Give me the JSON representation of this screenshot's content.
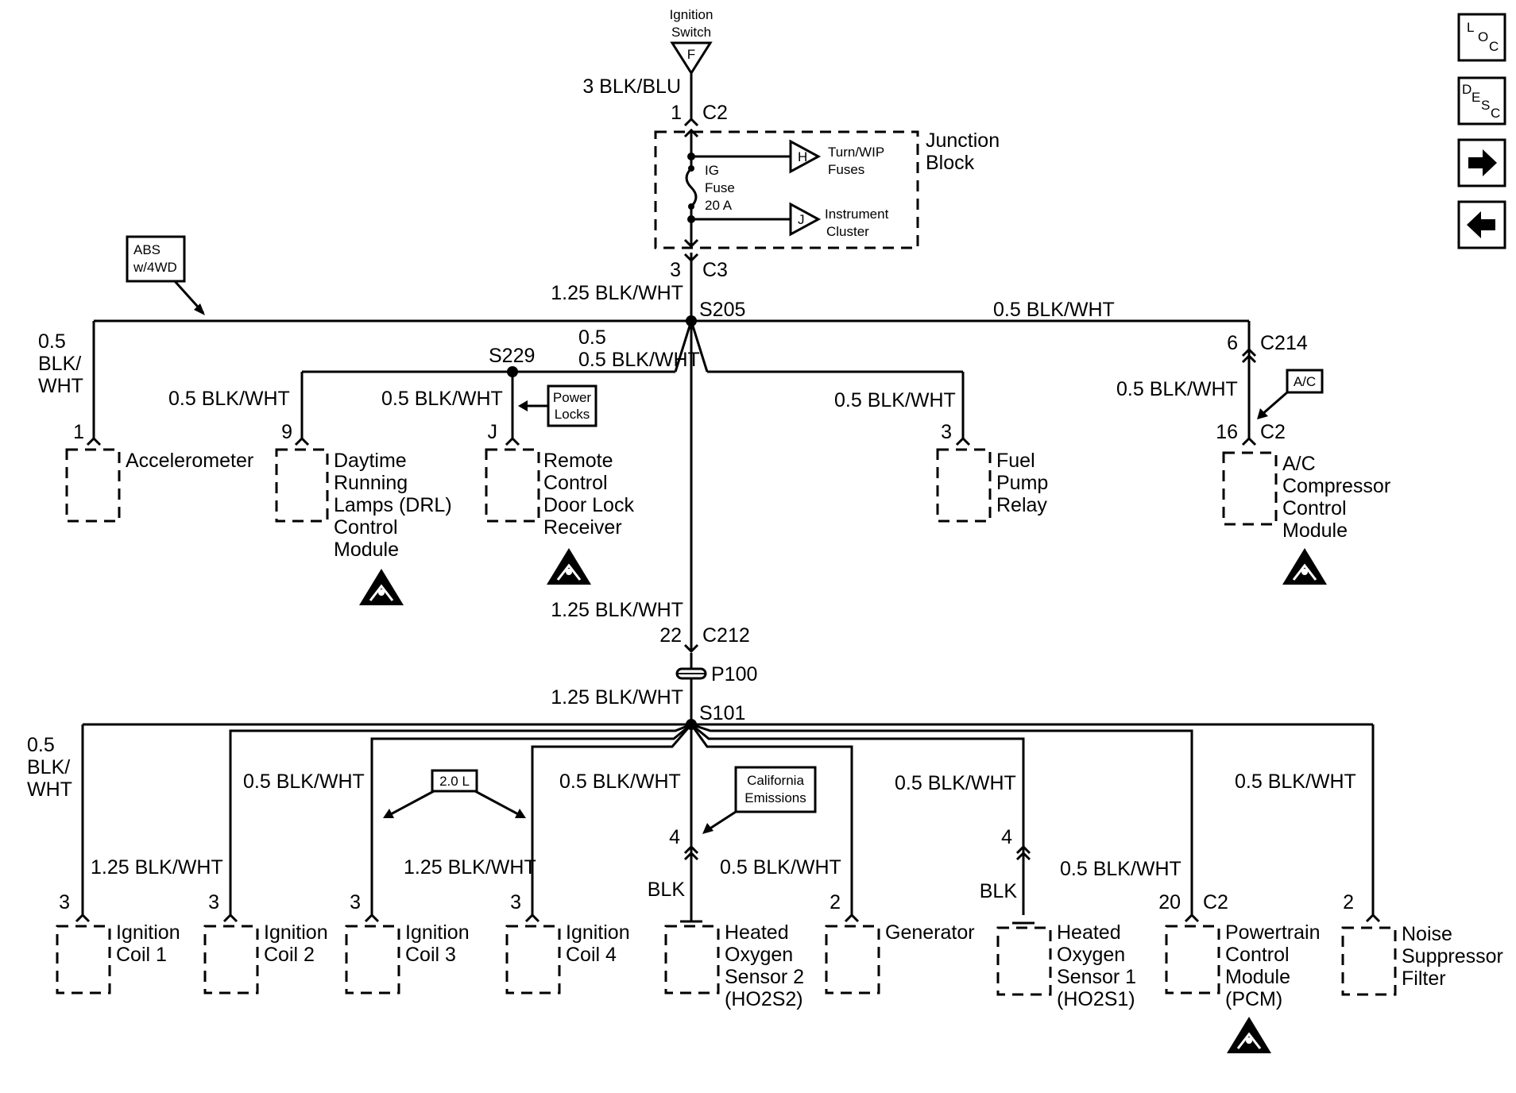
{
  "ignition_switch": {
    "label_line1": "Ignition",
    "label_line2": "Switch",
    "terminal": "F"
  },
  "top_wire": {
    "label": "3 BLK/BLU",
    "pin": "1",
    "connector": "C2"
  },
  "junction_block": {
    "title_line1": "Junction",
    "title_line2": "Block",
    "fuse_line1": "IG",
    "fuse_line2": "Fuse",
    "fuse_line3": "20 A",
    "ref_h": "H",
    "ref_h_line1": "Turn/WIP",
    "ref_h_line2": "Fuses",
    "ref_j": "J",
    "ref_j_line1": "Instrument",
    "ref_j_line2": "Cluster",
    "out_pin": "3",
    "out_connector": "C3"
  },
  "trunk_wire_label": "1.25 BLK/WHT",
  "splice_s205": "S205",
  "splice_s229": "S229",
  "wire_05_bw": "0.5 BLK/WHT",
  "wire_05": "0.5",
  "wire_blk": "BLK/",
  "wire_wht": "WHT",
  "wire_blk_plain": "BLK",
  "wire_125_bw": "1.25 BLK/WHT",
  "option_abs_line1": "ABS",
  "option_abs_line2": "w/4WD",
  "option_power_line1": "Power",
  "option_power_line2": "Locks",
  "option_ac": "A/C",
  "option_20l": "2.0 L",
  "option_ca_line1": "California",
  "option_ca_line2": "Emissions",
  "c214": {
    "pin": "6",
    "connector": "C214"
  },
  "c212": {
    "pin": "22",
    "connector": "C212"
  },
  "p100": "P100",
  "splice_s101": "S101",
  "upper_components": {
    "accel": {
      "pin": "1",
      "l1": "Accelerometer"
    },
    "drl": {
      "pin": "9",
      "l1": "Daytime",
      "l2": "Running",
      "l3": "Lamps (DRL)",
      "l4": "Control",
      "l5": "Module"
    },
    "rcdl": {
      "pin": "J",
      "l1": "Remote",
      "l2": "Control",
      "l3": "Door Lock",
      "l4": "Receiver"
    },
    "fpr": {
      "pin": "3",
      "l1": "Fuel",
      "l2": "Pump",
      "l3": "Relay"
    },
    "ac": {
      "pin": "16",
      "connector": "C2",
      "l1": "A/C",
      "l2": "Compressor",
      "l3": "Control",
      "l4": "Module"
    }
  },
  "lower_components": {
    "coil1": {
      "pin": "3",
      "l1": "Ignition",
      "l2": "Coil 1"
    },
    "coil2": {
      "pin": "3",
      "l1": "Ignition",
      "l2": "Coil 2"
    },
    "coil3": {
      "pin": "3",
      "l1": "Ignition",
      "l2": "Coil 3"
    },
    "coil4": {
      "pin": "3",
      "l1": "Ignition",
      "l2": "Coil 4"
    },
    "ho2s2": {
      "pin": "4",
      "l1": "Heated",
      "l2": "Oxygen",
      "l3": "Sensor 2",
      "l4": "(HO2S2)"
    },
    "gen": {
      "pin": "2",
      "l1": "Generator"
    },
    "ho2s1": {
      "pin": "4",
      "l1": "Heated",
      "l2": "Oxygen",
      "l3": "Sensor 1",
      "l4": "(HO2S1)"
    },
    "pcm": {
      "pin": "20",
      "connector": "C2",
      "l1": "Powertrain",
      "l2": "Control",
      "l3": "Module",
      "l4": "(PCM)"
    },
    "noise": {
      "pin": "2",
      "l1": "Noise",
      "l2": "Suppressor",
      "l3": "Filter"
    }
  },
  "nav": {
    "loc": {
      "l": "L",
      "o": "O",
      "c": "C"
    },
    "desc": {
      "d": "D",
      "e": "E",
      "s": "S",
      "c": "C"
    },
    "forward_icon": "arrow-right-icon",
    "back_icon": "arrow-left-icon"
  }
}
